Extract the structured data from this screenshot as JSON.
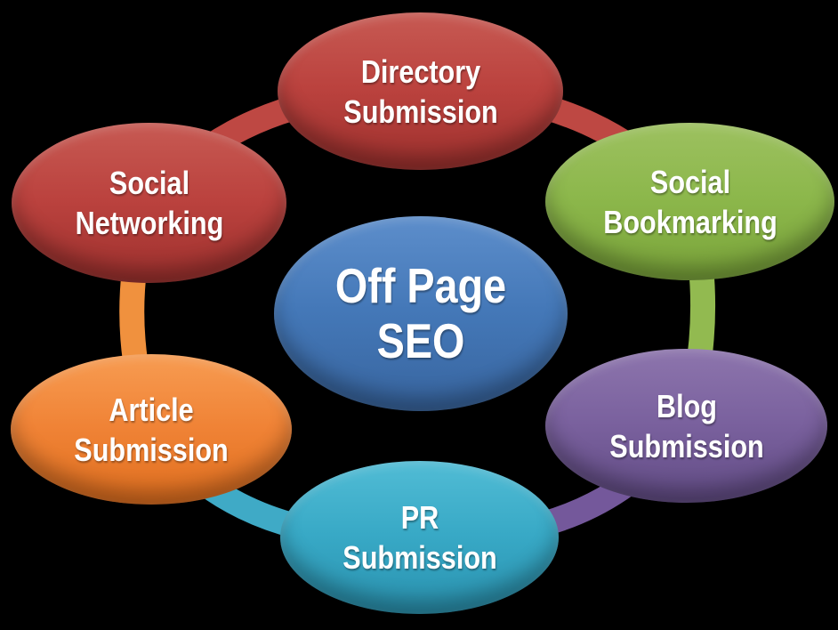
{
  "diagram": {
    "title": "Off Page SEO",
    "background_color": "#000000",
    "text_color": "#FFFFFF"
  },
  "center": {
    "id": "off-page-seo",
    "label": "Off Page SEO",
    "colors": {
      "light": "#5D8ECB",
      "base": "#4478B8",
      "dark": "#38659F"
    }
  },
  "nodes": [
    {
      "id": "directory-submission",
      "label": "Directory Submission",
      "colors": {
        "light": "#C75A53",
        "base": "#BB423E",
        "dark": "#9E312E"
      }
    },
    {
      "id": "social-bookmarking",
      "label": "Social Bookmarking",
      "colors": {
        "light": "#9DC160",
        "base": "#8CB74B",
        "dark": "#7AA43A"
      }
    },
    {
      "id": "blog-submission",
      "label": "Blog Submission",
      "colors": {
        "light": "#8D75AD",
        "base": "#7A619E",
        "dark": "#624C85"
      }
    },
    {
      "id": "pr-submission",
      "label": "PR Submission",
      "colors": {
        "light": "#51BCD5",
        "base": "#38A9C6",
        "dark": "#2A92AF"
      }
    },
    {
      "id": "article-submission",
      "label": "Article Submission",
      "colors": {
        "light": "#F79C52",
        "base": "#F08336",
        "dark": "#E06F1F"
      }
    },
    {
      "id": "social-networking",
      "label": "Social Networking",
      "colors": {
        "light": "#C75A53",
        "base": "#BB423E",
        "dark": "#9E312E"
      }
    }
  ],
  "connectors": [
    {
      "from": "social-networking",
      "to": "directory-submission",
      "color": "#BE4843"
    },
    {
      "from": "directory-submission",
      "to": "social-bookmarking",
      "color": "#BE4843"
    },
    {
      "from": "social-bookmarking",
      "to": "blog-submission",
      "color": "#92BA50"
    },
    {
      "from": "blog-submission",
      "to": "pr-submission",
      "color": "#74589B"
    },
    {
      "from": "pr-submission",
      "to": "article-submission",
      "color": "#3FAAC6"
    },
    {
      "from": "article-submission",
      "to": "social-networking",
      "color": "#F0913E"
    }
  ]
}
